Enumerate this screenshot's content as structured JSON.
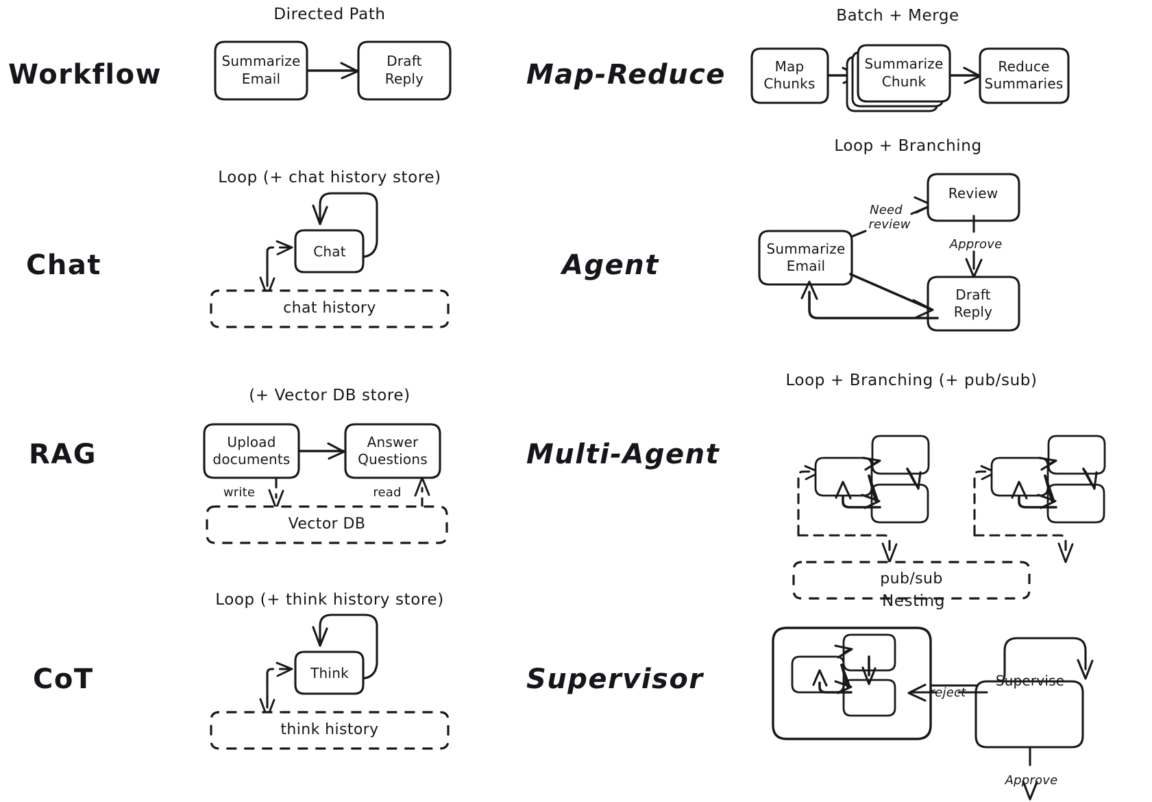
{
  "diagram": {
    "title_present": false,
    "type": "agent-architecture-patterns-comparison",
    "background": "#ffffff",
    "ink": "#18181b",
    "grid": {
      "columns": 2,
      "rows": 4
    }
  },
  "patterns": [
    {
      "id": "workflow",
      "label": "Workflow",
      "label_style": "upright",
      "caption": "Directed Path",
      "nodes": [
        "Summarize Email",
        "Draft Reply"
      ],
      "edges": [
        {
          "from": "Summarize Email",
          "to": "Draft Reply",
          "label": ""
        }
      ],
      "stores": []
    },
    {
      "id": "map-reduce",
      "label": "Map-Reduce",
      "label_style": "italic",
      "caption": "Batch + Merge",
      "nodes": [
        "Map Chunks",
        "Summarize Chunk",
        "Reduce Summaries"
      ],
      "stacked_node": "Summarize Chunk",
      "edges": [
        {
          "from": "Map Chunks",
          "to": "Summarize Chunk",
          "label": ""
        },
        {
          "from": "Summarize Chunk",
          "to": "Reduce Summaries",
          "label": ""
        }
      ],
      "stores": []
    },
    {
      "id": "chat",
      "label": "Chat",
      "label_style": "upright",
      "caption": "Loop (+ chat history store)",
      "nodes": [
        "Chat"
      ],
      "edges": [
        {
          "from": "Chat",
          "to": "Chat",
          "label": ""
        }
      ],
      "stores": [
        "chat history"
      ]
    },
    {
      "id": "agent",
      "label": "Agent",
      "label_style": "italic",
      "caption": "Loop + Branching",
      "nodes": [
        "Summarize Email",
        "Review",
        "Draft Reply"
      ],
      "edges": [
        {
          "from": "Summarize Email",
          "to": "Review",
          "label": "Need review"
        },
        {
          "from": "Review",
          "to": "Draft Reply",
          "label": "Approve"
        },
        {
          "from": "Summarize Email",
          "to": "Draft Reply",
          "label": ""
        },
        {
          "from": "Draft Reply",
          "to": "Summarize Email",
          "label": ""
        }
      ],
      "stores": []
    },
    {
      "id": "rag",
      "label": "RAG",
      "label_style": "upright",
      "caption": "(+ Vector DB store)",
      "nodes": [
        "Upload documents",
        "Answer Questions"
      ],
      "edges": [
        {
          "from": "Upload documents",
          "to": "Answer Questions",
          "label": ""
        },
        {
          "from": "Upload documents",
          "to": "Vector DB",
          "label": "write"
        },
        {
          "from": "Vector DB",
          "to": "Answer Questions",
          "label": "read"
        }
      ],
      "stores": [
        "Vector DB"
      ]
    },
    {
      "id": "multi-agent",
      "label": "Multi-Agent",
      "label_style": "italic",
      "caption": "Loop + Branching (+ pub/sub)",
      "nodes": [],
      "subgraph_count": 2,
      "nodes_per_subgraph": 3,
      "stores": [
        "pub/sub"
      ]
    },
    {
      "id": "cot",
      "label": "CoT",
      "label_style": "upright",
      "caption": "Loop (+ think history store)",
      "nodes": [
        "Think"
      ],
      "edges": [
        {
          "from": "Think",
          "to": "Think",
          "label": ""
        }
      ],
      "stores": [
        "think history"
      ]
    },
    {
      "id": "supervisor",
      "label": "Supervisor",
      "label_style": "italic",
      "caption": "Nesting",
      "nodes": [
        "Supervise"
      ],
      "nested_subgraph_nodes": 3,
      "edges": [
        {
          "from": "nested-group",
          "to": "Supervise",
          "label": ""
        },
        {
          "from": "Supervise",
          "to": "nested-group",
          "label": "reject"
        },
        {
          "from": "Supervise",
          "to": "out",
          "label": "Approve"
        }
      ],
      "stores": []
    }
  ],
  "labels": {
    "workflow": "Workflow",
    "map_reduce": "Map-Reduce",
    "chat": "Chat",
    "agent": "Agent",
    "rag": "RAG",
    "multi_agent": "Multi-Agent",
    "cot": "CoT",
    "supervisor": "Supervisor"
  },
  "captions": {
    "directed_path": "Directed Path",
    "batch_merge": "Batch + Merge",
    "loop_chat": "Loop (+ chat history store)",
    "loop_branching": "Loop + Branching",
    "vector_db_store": "(+ Vector DB store)",
    "loop_branching_pubsub": "Loop + Branching (+ pub/sub)",
    "loop_think": "Loop (+ think history store)",
    "nesting": "Nesting"
  },
  "nodes": {
    "summarize_email_1_a": "Summarize",
    "summarize_email_1_b": "Email",
    "draft_reply_1_a": "Draft",
    "draft_reply_1_b": "Reply",
    "map_chunks_a": "Map",
    "map_chunks_b": "Chunks",
    "summarize_chunk_a": "Summarize",
    "summarize_chunk_b": "Chunk",
    "reduce_summaries_a": "Reduce",
    "reduce_summaries_b": "Summaries",
    "chat": "Chat",
    "summarize_email_2_a": "Summarize",
    "summarize_email_2_b": "Email",
    "review": "Review",
    "draft_reply_2_a": "Draft",
    "draft_reply_2_b": "Reply",
    "upload_documents_a": "Upload",
    "upload_documents_b": "documents",
    "answer_questions_a": "Answer",
    "answer_questions_b": "Questions",
    "think": "Think",
    "supervise": "Supervise"
  },
  "stores": {
    "chat_history": "chat history",
    "vector_db": "Vector DB",
    "pub_sub": "pub/sub",
    "think_history": "think history"
  },
  "edge_labels": {
    "need": "Need",
    "review": "review",
    "approve_agent": "Approve",
    "write": "write",
    "read": "read",
    "reject": "reject",
    "approve_supervisor": "Approve"
  }
}
